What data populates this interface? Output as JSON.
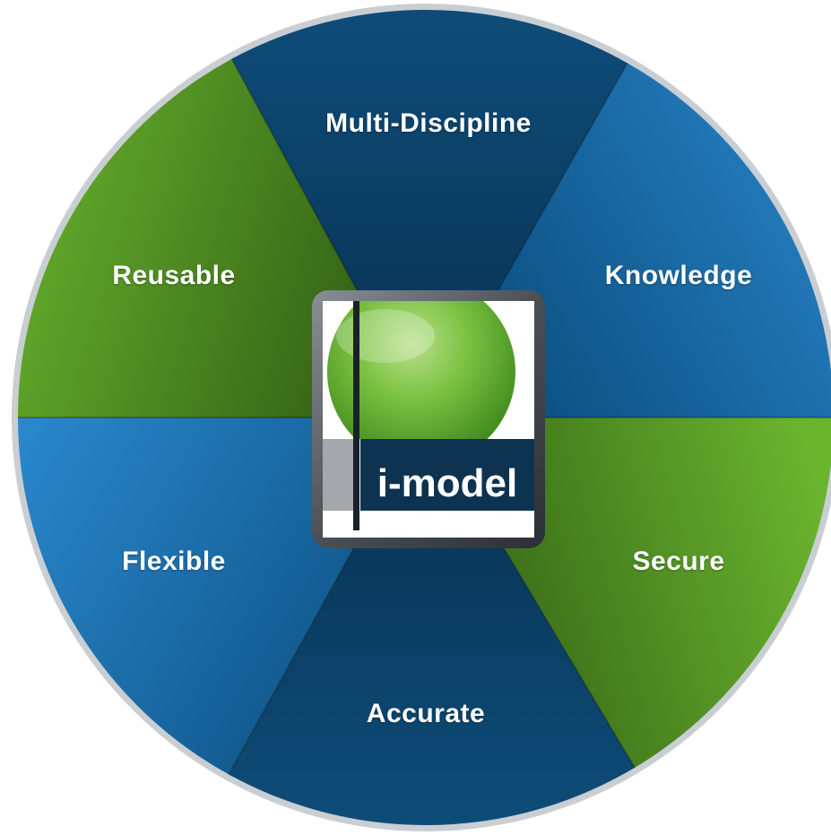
{
  "segments": [
    {
      "id": "multi-discipline",
      "label": "Multi-Discipline"
    },
    {
      "id": "knowledge",
      "label": "Knowledge"
    },
    {
      "id": "secure",
      "label": "Secure"
    },
    {
      "id": "accurate",
      "label": "Accurate"
    },
    {
      "id": "flexible",
      "label": "Flexible"
    },
    {
      "id": "reusable",
      "label": "Reusable"
    }
  ],
  "center_logo": {
    "text": "i-model",
    "icon": "green-sphere-icon"
  },
  "colors": {
    "dark_blue": "#0b3f66",
    "mid_blue": "#1f7fc2",
    "green": "#5aa524",
    "logo_bar": "#0d3350",
    "rim": "#c9ced3"
  }
}
